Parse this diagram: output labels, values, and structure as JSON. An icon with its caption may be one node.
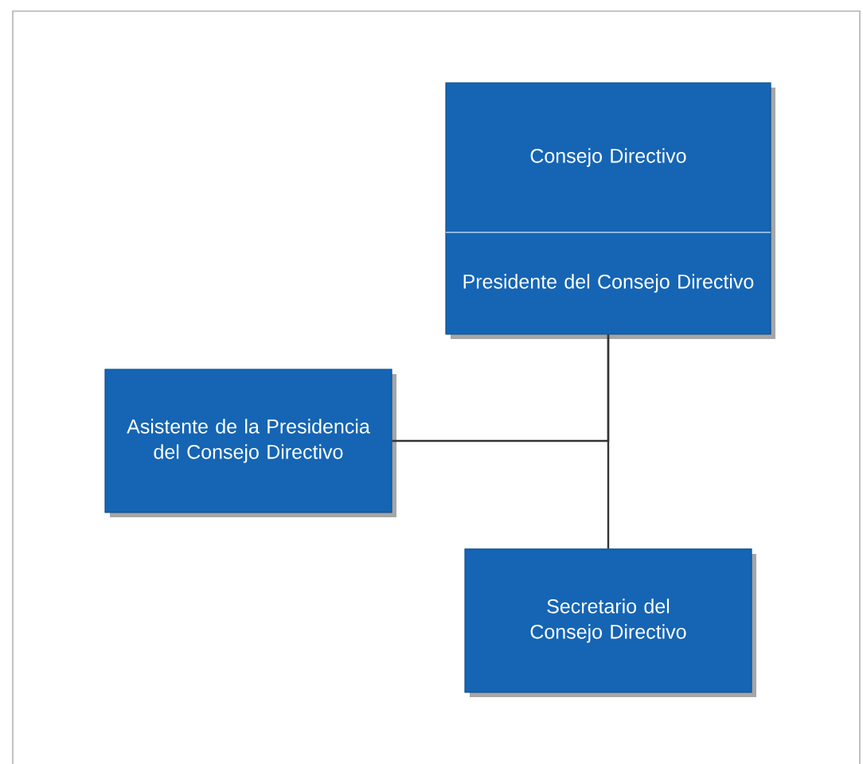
{
  "diagram": {
    "nodes": [
      {
        "text": [
          "Consejo Directivo",
          "Presidente del Consejo Directivo"
        ]
      },
      {
        "text": [
          "Asistente de la Presidencia del Consejo Directivo"
        ]
      },
      {
        "text": [
          "Secretario del Consejo Directivo"
        ]
      }
    ],
    "edges": [
      {
        "from": 0,
        "to": 1,
        "arrow": "none"
      },
      {
        "from": 0,
        "to": 2,
        "arrow": "none"
      }
    ]
  }
}
